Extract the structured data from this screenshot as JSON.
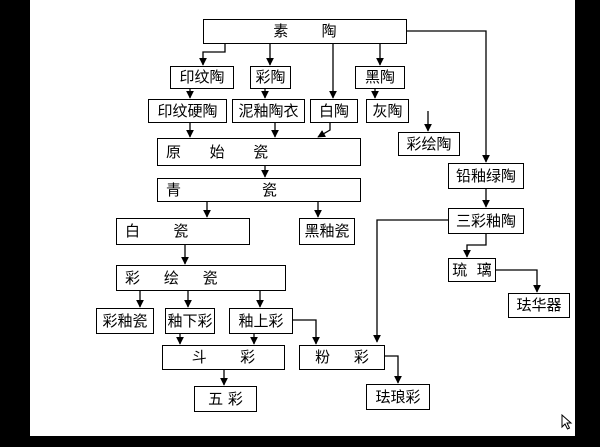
{
  "nodes": {
    "sutao": "素       陶",
    "yinwentao": "印纹陶",
    "caitao": "彩陶",
    "heitao": "黑陶",
    "yinwenyingtao": "印纹硬陶",
    "niyoutaoyi": "泥釉陶衣",
    "baitao": "白陶",
    "huitao": "灰陶",
    "caihuitao": "彩绘陶",
    "yuanshici": "原      始      瓷",
    "qianyoulvtao": "铅釉绿陶",
    "qingci": "青                 瓷",
    "sancaiyoutao": "三彩釉陶",
    "baici": "白       瓷",
    "heiyouci": "黑釉瓷",
    "liuli": "琉  璃",
    "caihuici": "彩     绘     瓷",
    "fahuaqi": "珐华器",
    "caiyouci": "彩釉瓷",
    "youxiacai": "釉下彩",
    "youshangcai": "釉上彩",
    "doucai": "斗       彩",
    "fencai": "粉     彩",
    "wucai": "五 彩",
    "falangcai": "珐琅彩"
  },
  "colors": {
    "background": "#000000",
    "panel": "#ffffff",
    "line": "#000000"
  },
  "icons": {
    "cursor": "mouse-pointer-icon"
  }
}
